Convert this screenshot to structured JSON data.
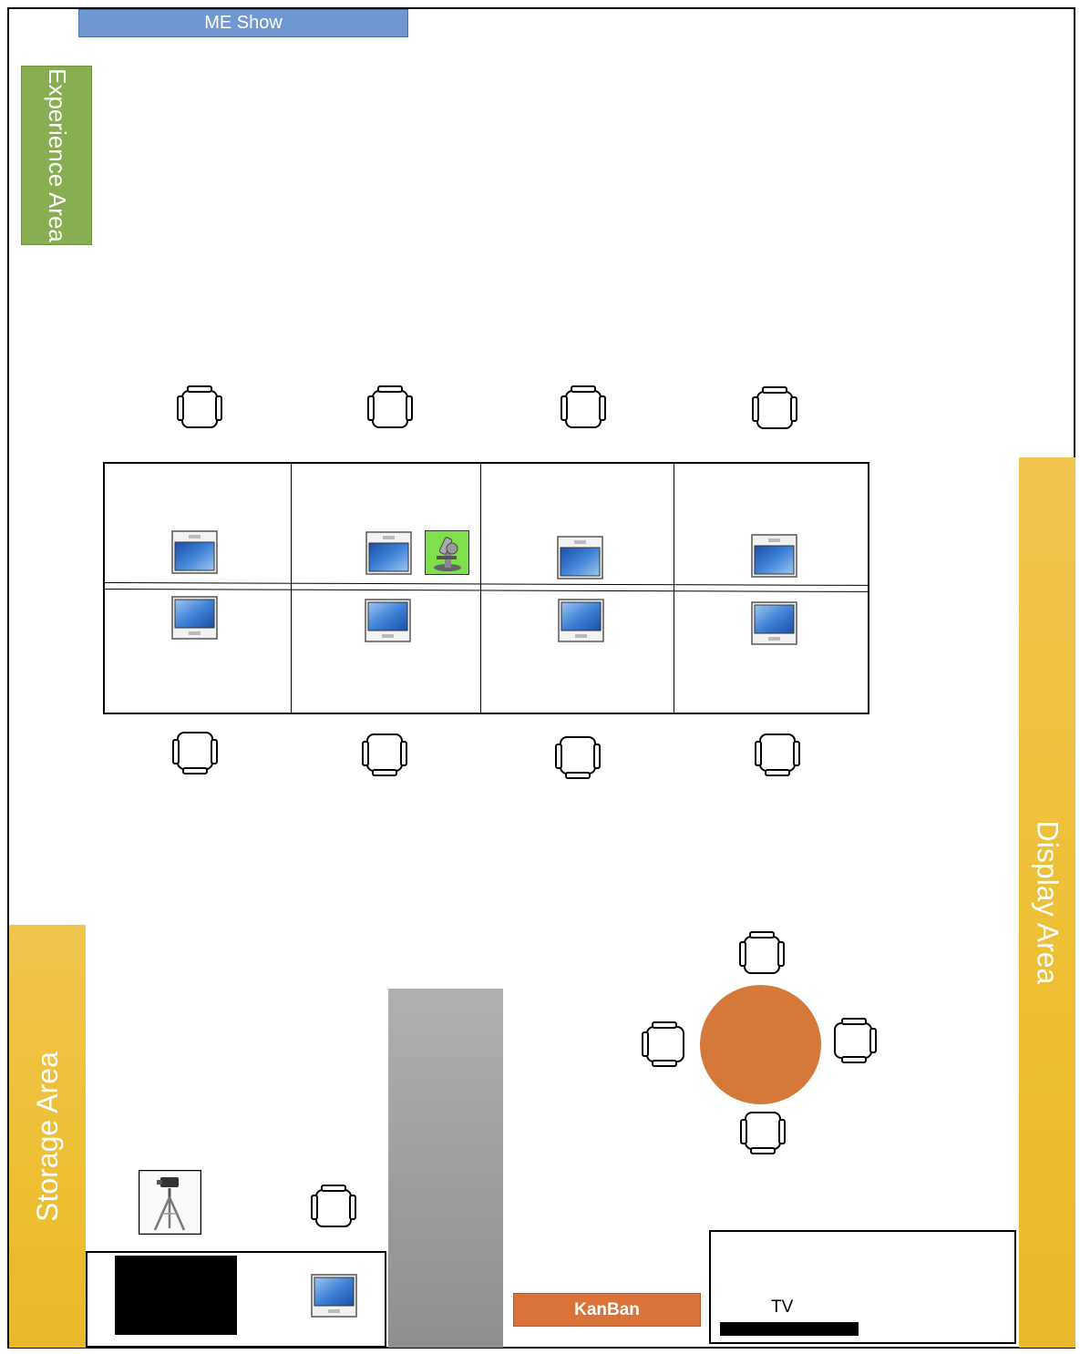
{
  "labels": {
    "me_show": "ME Show",
    "experience_area": "Experience Area",
    "display_area": "Display Area",
    "storage_area": "Storage Area",
    "kanban": "KanBan",
    "tv": "TV"
  },
  "colors": {
    "me_show": "#6f97d2",
    "experience_area": "#86ad4f",
    "display_area": "#eebf33",
    "storage_area": "#eebf33",
    "kanban": "#d9733a",
    "round_table": "#d5793a",
    "gray_block": "#9e9e9e"
  },
  "icons": {
    "chair": "office-chair-icon",
    "monitor": "computer-monitor-icon",
    "microscope": "microscope-icon",
    "tripod_camera": "tripod-camera-icon"
  }
}
